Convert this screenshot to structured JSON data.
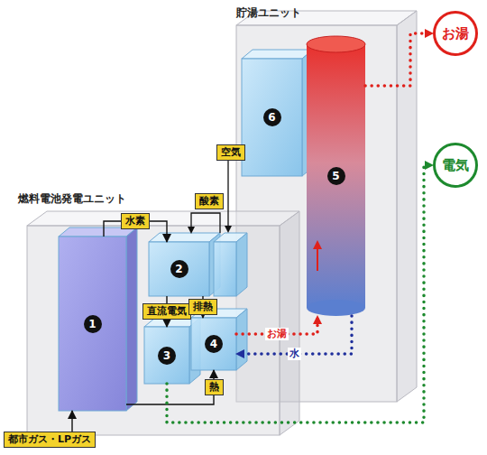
{
  "diagram": {
    "nodes": [
      {
        "text": [
          "貯湯ユニット"
        ]
      },
      {
        "text": [
          "6"
        ],
        "in": 0
      },
      {
        "text": [
          "5"
        ],
        "in": 0
      },
      {
        "text": [
          "お湯"
        ]
      },
      {
        "text": [
          "電気"
        ]
      },
      {
        "text": [
          "燃料電池発電ユニット"
        ]
      },
      {
        "text": [
          "1"
        ],
        "in": 5
      },
      {
        "text": [
          "2"
        ],
        "in": 5
      },
      {
        "text": [
          "3"
        ],
        "in": 5
      },
      {
        "text": [
          "4"
        ],
        "in": 5
      },
      {
        "text": [
          "都市ガス・LPガス"
        ]
      }
    ],
    "edges": [
      {
        "from": 10,
        "to": 6,
        "arrow": "to"
      },
      {
        "from": 6,
        "to": 7,
        "label": "水素",
        "arrow": "to"
      },
      {
        "from": 7,
        "to": 8,
        "label": "直流電気",
        "arrow": "to"
      },
      {
        "from": 7,
        "to": 9,
        "label": "排熱",
        "arrow": "to"
      },
      {
        "from": 6,
        "to": 9,
        "label": "熱",
        "arrow": "to"
      },
      {
        "from": 9,
        "to": 2,
        "label": "お湯",
        "arrow": "to"
      },
      {
        "from": 2,
        "to": 9,
        "label": "水",
        "arrow": "to"
      },
      {
        "from": 2,
        "to": 3,
        "arrow": "to"
      },
      {
        "from": 8,
        "to": 4,
        "arrow": "to"
      }
    ],
    "labels": [
      "酸素",
      "空気"
    ]
  }
}
